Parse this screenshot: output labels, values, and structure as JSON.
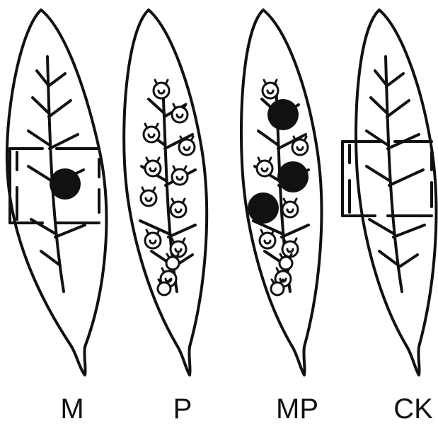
{
  "panels": [
    {
      "id": "M",
      "label": "M",
      "insects": 0,
      "dots": 1,
      "box": true
    },
    {
      "id": "P",
      "label": "P",
      "insects": 13,
      "dots": 0,
      "box": false
    },
    {
      "id": "MP",
      "label": "MP",
      "insects": 9,
      "dots": 3,
      "box": false
    },
    {
      "id": "CK",
      "label": "CK",
      "insects": 0,
      "dots": 0,
      "box": true
    }
  ],
  "colors": {
    "stroke": "#111111",
    "fill": "#ffffff",
    "dot": "#111111"
  },
  "icons": {
    "leaf": "leaf-outline-icon",
    "insect": "aphid-icon",
    "dot": "black-dot-icon"
  }
}
